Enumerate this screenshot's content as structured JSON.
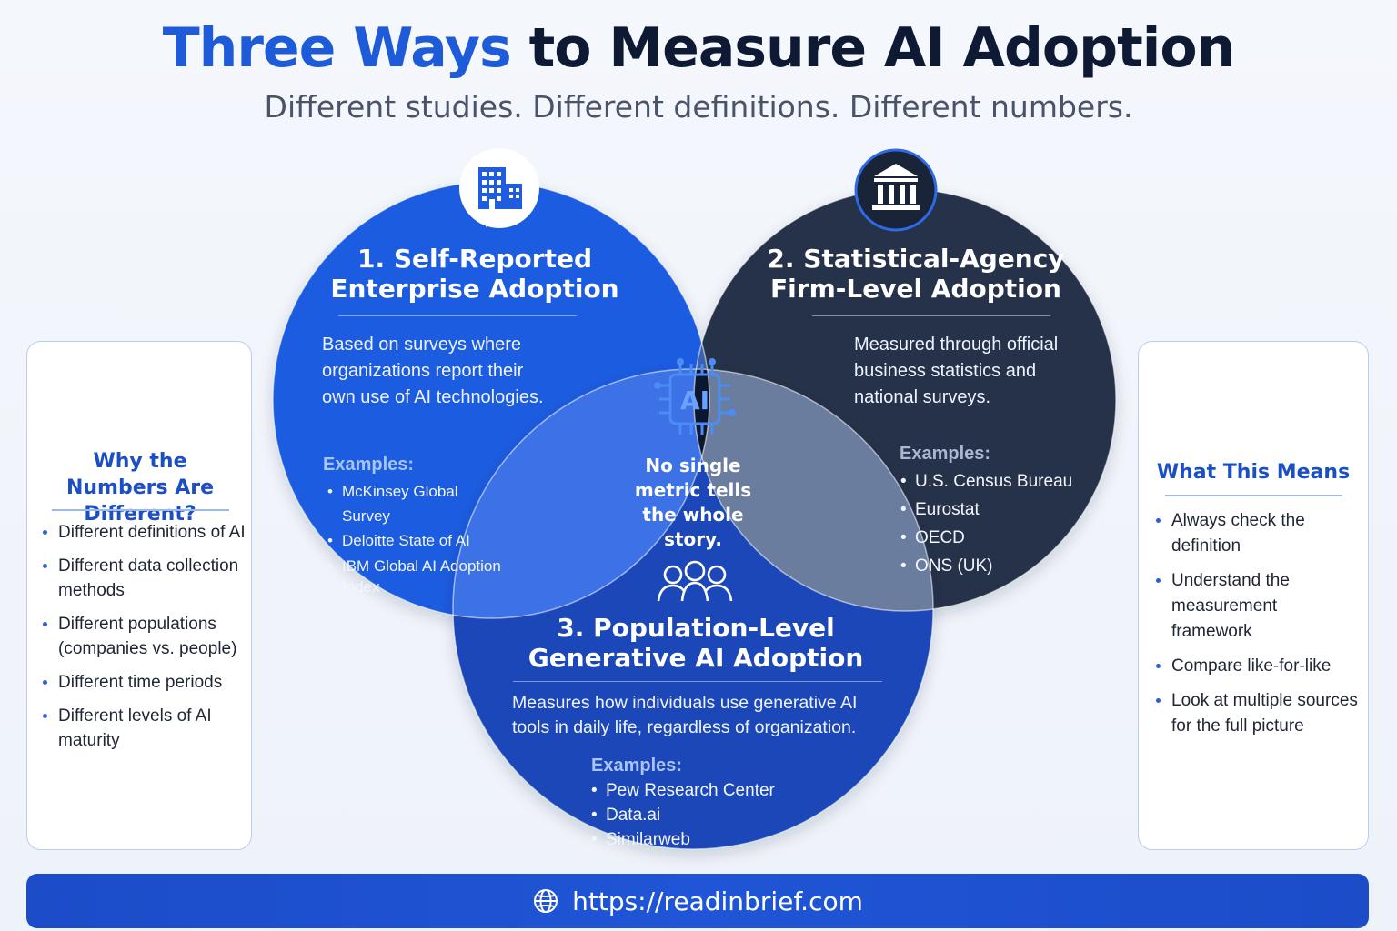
{
  "header": {
    "title_accent": "Three Ways",
    "title_rest": " to Measure AI Adoption",
    "subtitle": "Different studies. Different definitions. Different numbers."
  },
  "circles": {
    "self_reported": {
      "title_line1": "1. Self-Reported",
      "title_line2": "Enterprise Adoption",
      "description": "Based on surveys where organizations report their own use of AI technologies.",
      "examples_label": "Examples:",
      "examples": [
        "McKinsey Global Survey",
        "Deloitte State of AI",
        "IBM Global AI Adoption Index"
      ],
      "icon": "building-icon",
      "color": "#1f5ce0"
    },
    "statistical_agency": {
      "title_line1": "2. Statistical-Agency",
      "title_line2": "Firm-Level Adoption",
      "description": "Measured through official business statistics and national surveys.",
      "examples_label": "Examples:",
      "examples": [
        "U.S. Census Bureau",
        "Eurostat",
        "OECD",
        "ONS (UK)"
      ],
      "icon": "government-building-icon",
      "color": "#27334a"
    },
    "population_level": {
      "title_line1": "3. Population-Level",
      "title_line2": "Generative AI Adoption",
      "description": "Measures how individuals use generative AI tools in daily life, regardless of organization.",
      "examples_label": "Examples:",
      "examples": [
        "Pew Research Center",
        "Data.ai",
        "Similarweb"
      ],
      "icon": "people-group-icon",
      "color": "#1a47b8"
    }
  },
  "center": {
    "chip_label": "AI",
    "text": "No single metric tells the whole story.",
    "icon": "ai-chip-icon",
    "color": "#0b1630"
  },
  "left_card": {
    "title": "Why the Numbers Are Different?",
    "icon": "lightbulb-icon",
    "items": [
      "Different definitions of AI",
      "Different data collection methods",
      "Different populations (companies vs. people)",
      "Different time periods",
      "Different levels of AI maturity"
    ]
  },
  "right_card": {
    "title": "What This Means",
    "icon": "target-icon",
    "items": [
      "Always check the definition",
      "Understand the measurement framework",
      "Compare like-for-like",
      "Look at multiple sources for the full picture"
    ]
  },
  "footer": {
    "url": "https://readinbrief.com",
    "icon": "globe-icon",
    "color": "#1d4fc8"
  }
}
